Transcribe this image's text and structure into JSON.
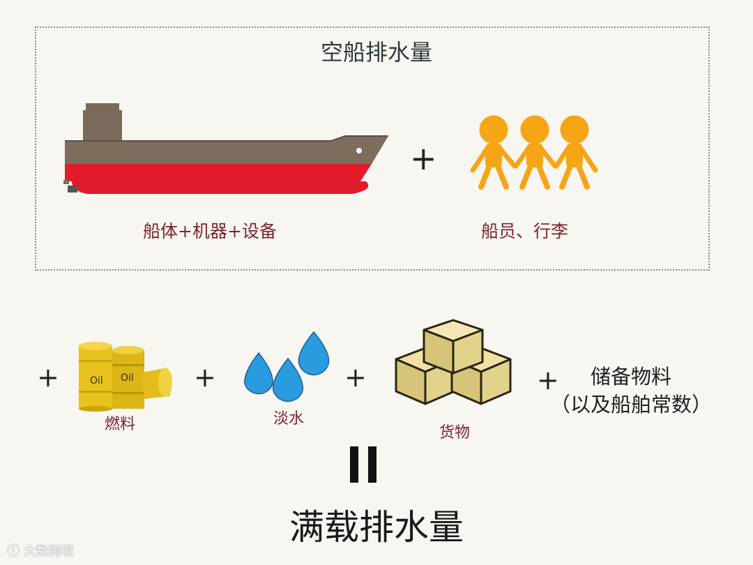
{
  "top_title": "空船排水量",
  "ship_caption": "船体+机器+设备",
  "crew_caption": "船员、行李",
  "plus_symbol": "+",
  "fuel_caption": "燃料",
  "fuel_barrel_text": "Oil",
  "water_caption": "淡水",
  "cargo_caption": "货物",
  "reserve_label": "储备物料",
  "reserve_sub": "（以及船舶常数）",
  "bottom_title": "满载排水量",
  "watermark": "大数跨境",
  "colors": {
    "hull_top": "#7d6d5c",
    "hull_red": "#e11b2b",
    "crew_orange": "#f5a516",
    "barrel_yellow": "#e8c21e",
    "water_blue": "#2b9be0",
    "crate": "#e6d590"
  }
}
